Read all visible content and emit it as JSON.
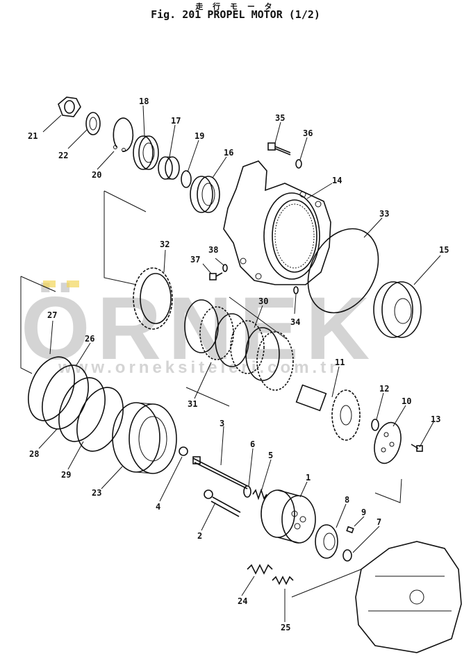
{
  "header": {
    "japanese_title": "走 行 モ ー タ",
    "title": "Fig. 201  PROPEL  MOTOR  (1/2)"
  },
  "watermark": {
    "logo": "ÖRNEK",
    "url": "www.orneksiteleri.com.tr"
  },
  "part_labels": [
    "1",
    "2",
    "3",
    "4",
    "5",
    "6",
    "7",
    "8",
    "9",
    "10",
    "11",
    "12",
    "13",
    "14",
    "15",
    "16",
    "17",
    "18",
    "19",
    "20",
    "21",
    "22",
    "23",
    "24",
    "25",
    "26",
    "27",
    "28",
    "29",
    "30",
    "31",
    "32",
    "33",
    "34",
    "35",
    "36",
    "37",
    "38"
  ],
  "colors": {
    "ink": "#111111",
    "watermark": "#d4d4d4",
    "watermark_accent": "#f2d55a"
  }
}
